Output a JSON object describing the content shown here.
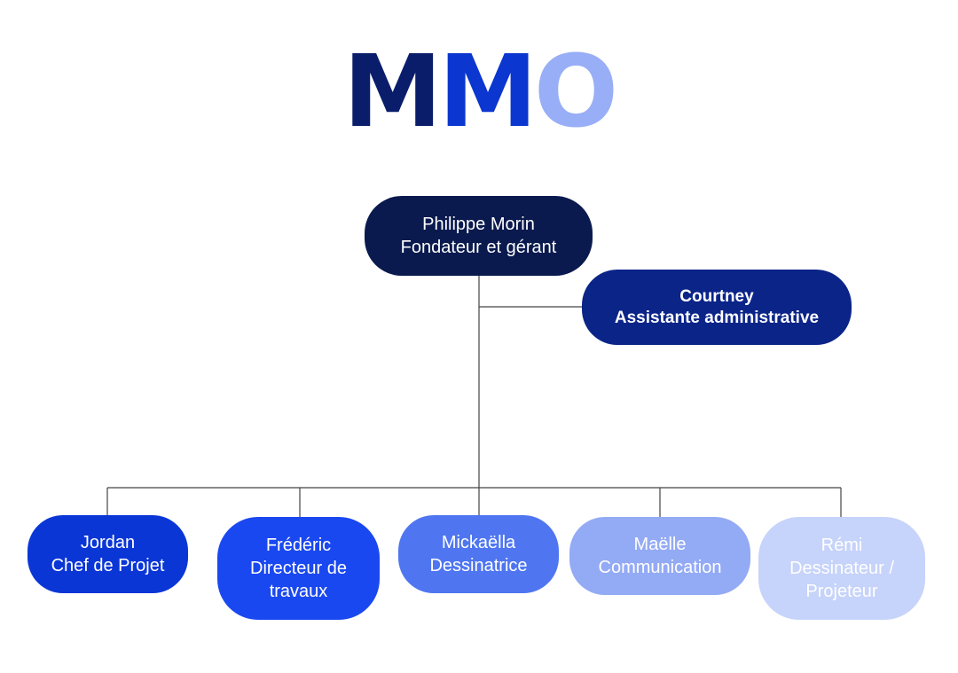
{
  "logo": {
    "letters": [
      "M",
      "M",
      "O"
    ],
    "colors": [
      "#0a1d6b",
      "#0b36cf",
      "#98aef6"
    ]
  },
  "colors": {
    "connector": "#444444",
    "founder_bg": "#0a1a4e",
    "assistant_bg": "#0b2488",
    "team_bgs": [
      "#0b36d6",
      "#1a48f0",
      "#4f76f0",
      "#93aaf5",
      "#c6d3fa"
    ],
    "text_light": "#ffffff"
  },
  "founder": {
    "name": "Philippe Morin",
    "role": "Fondateur et gérant"
  },
  "assistant": {
    "name": "Courtney",
    "role": "Assistante administrative"
  },
  "team": [
    {
      "line1": "Jordan",
      "line2": "Chef de Projet",
      "line3": ""
    },
    {
      "line1": "Frédéric",
      "line2": "Directeur de",
      "line3": "travaux"
    },
    {
      "line1": "Mickaëlla",
      "line2": "Dessinatrice",
      "line3": ""
    },
    {
      "line1": "Maëlle",
      "line2": "Communication",
      "line3": ""
    },
    {
      "line1": "Rémi",
      "line2": "Dessinateur /",
      "line3": "Projeteur"
    }
  ]
}
